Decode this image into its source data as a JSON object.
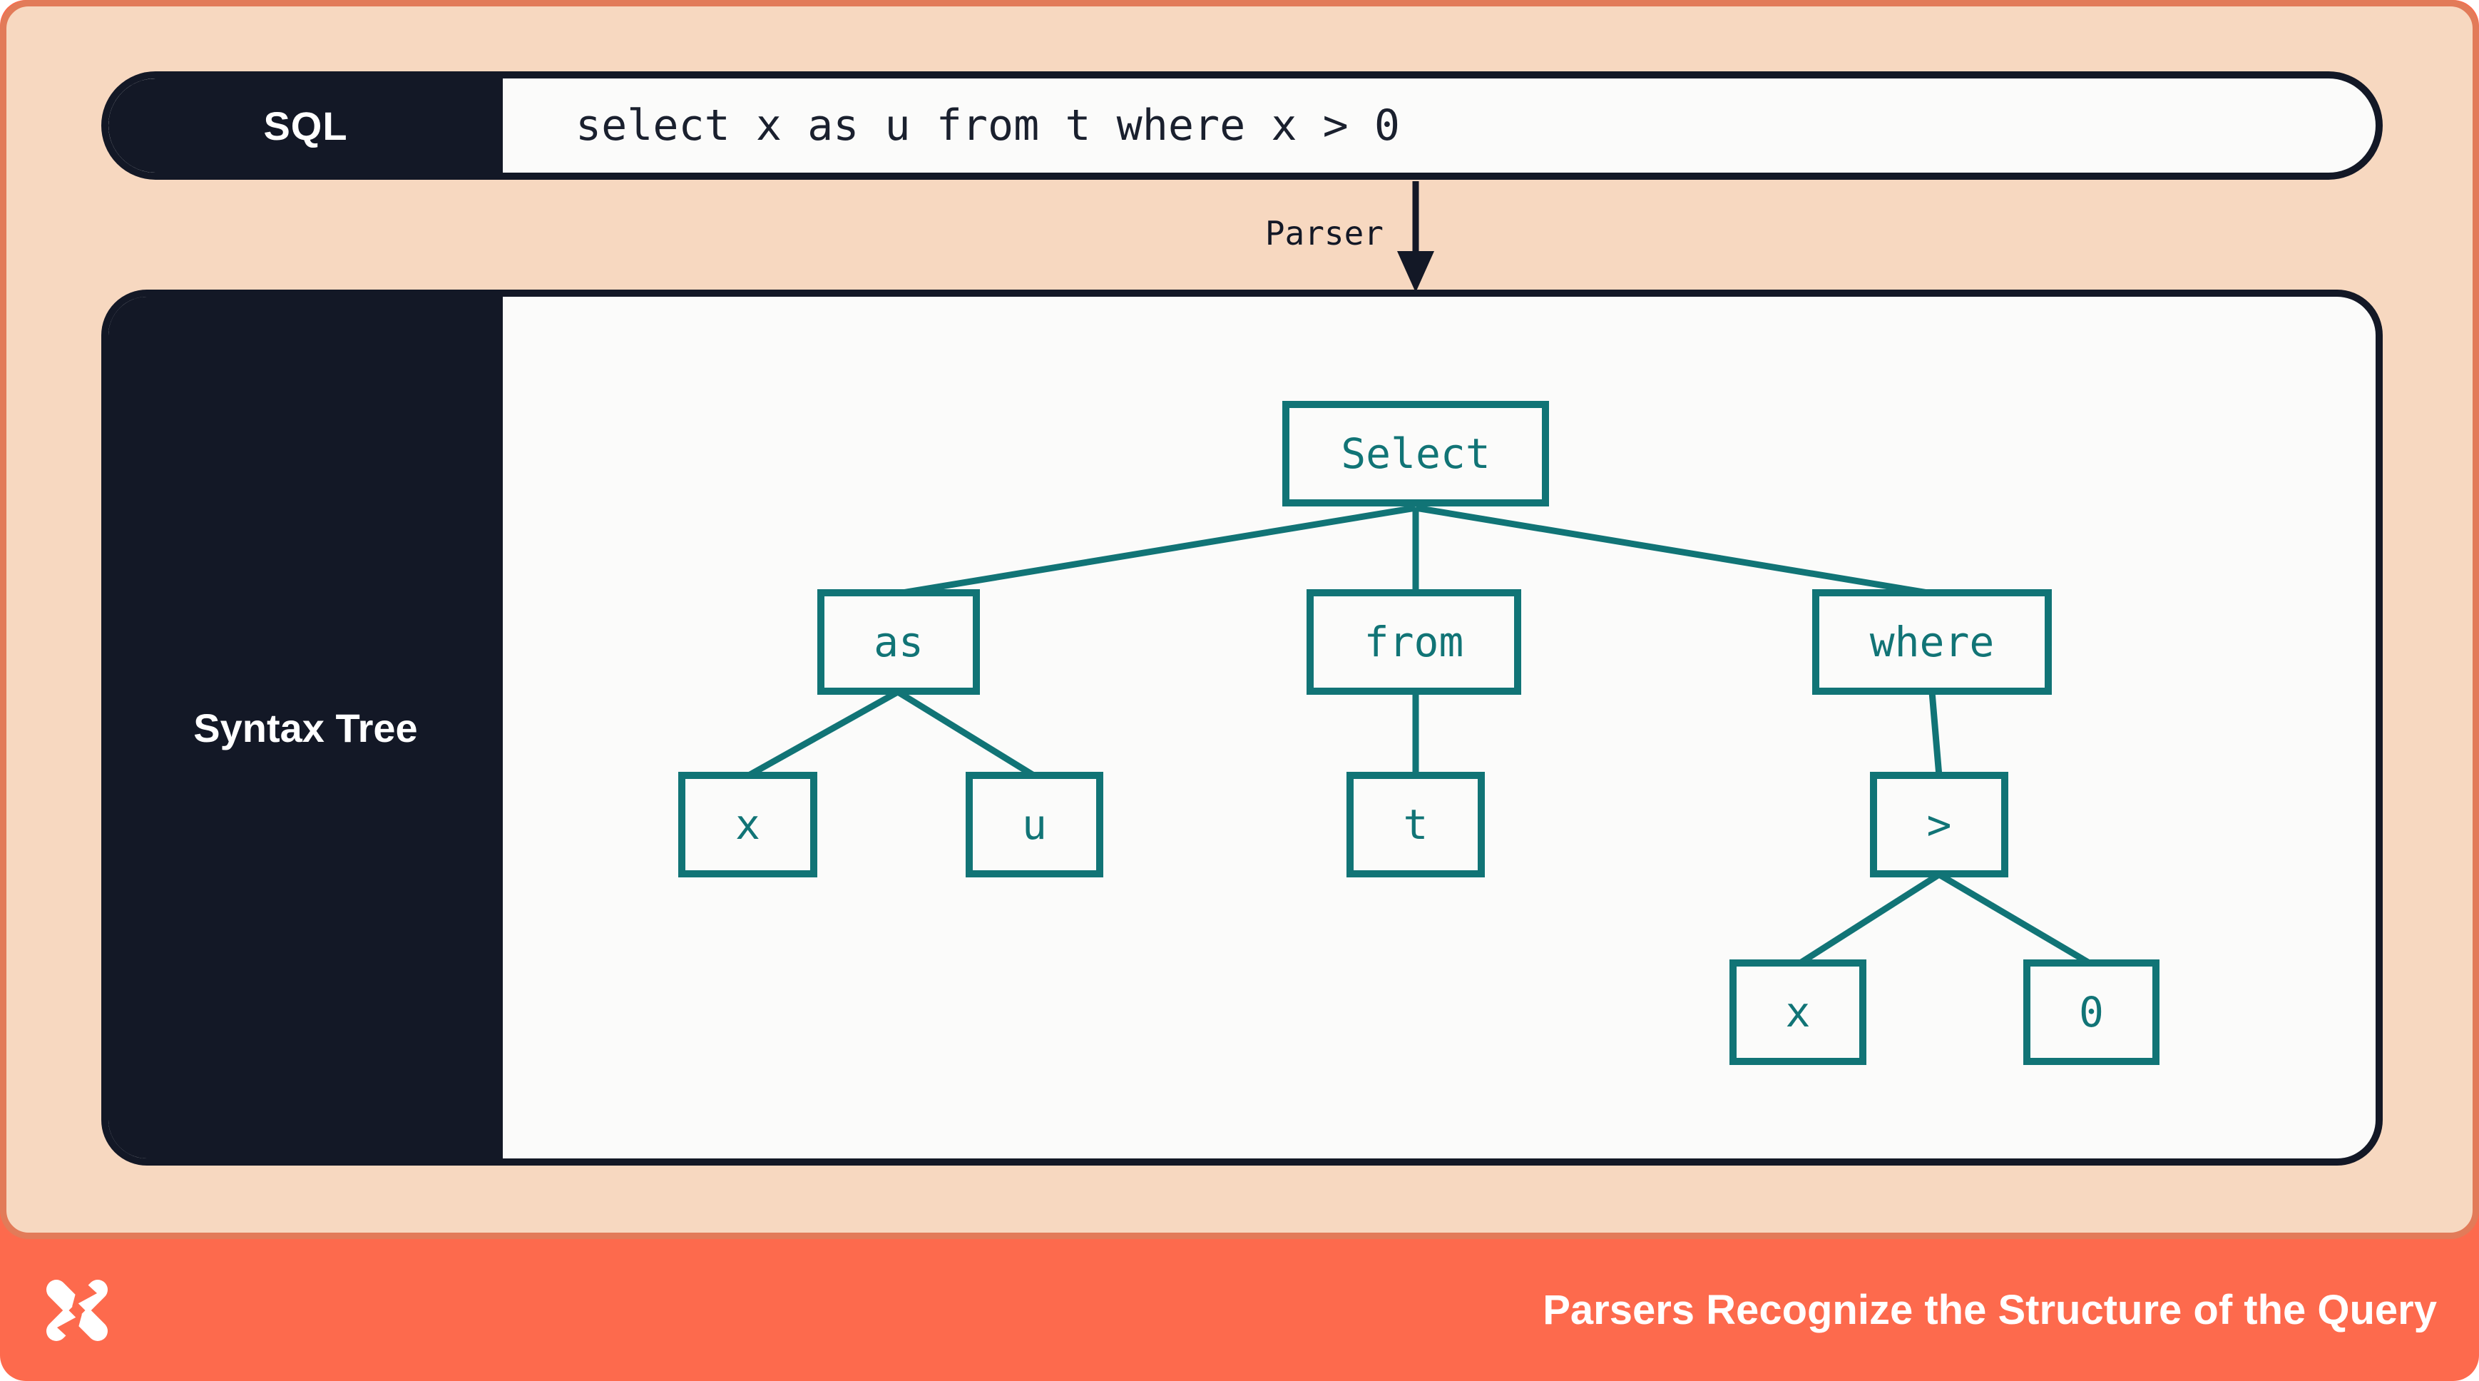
{
  "sql_bar": {
    "label": "SQL",
    "code": "select x as u from t where x > 0"
  },
  "parser": {
    "label": "Parser"
  },
  "syntax_tree": {
    "panel_label": "Syntax Tree",
    "nodes": [
      {
        "id": "select",
        "label": "Select"
      },
      {
        "id": "as",
        "label": "as"
      },
      {
        "id": "from",
        "label": "from"
      },
      {
        "id": "where",
        "label": "where"
      },
      {
        "id": "x1",
        "label": "x"
      },
      {
        "id": "u",
        "label": "u"
      },
      {
        "id": "t",
        "label": "t"
      },
      {
        "id": "gt",
        "label": ">"
      },
      {
        "id": "x2",
        "label": "x"
      },
      {
        "id": "zero",
        "label": "0"
      }
    ],
    "edges": [
      [
        "select",
        "as"
      ],
      [
        "select",
        "from"
      ],
      [
        "select",
        "where"
      ],
      [
        "as",
        "x1"
      ],
      [
        "as",
        "u"
      ],
      [
        "from",
        "t"
      ],
      [
        "where",
        "gt"
      ],
      [
        "gt",
        "x2"
      ],
      [
        "gt",
        "zero"
      ]
    ]
  },
  "footer": {
    "title": "Parsers Recognize the Structure of the Query",
    "logo": "pinwheel-x-logo"
  },
  "colors": {
    "coral": "#FD6A4D",
    "coral_border": "#E27B59",
    "peach": "#F7D8C0",
    "navy": "#131826",
    "paper": "#FBFBFA",
    "teal": "#117476"
  }
}
